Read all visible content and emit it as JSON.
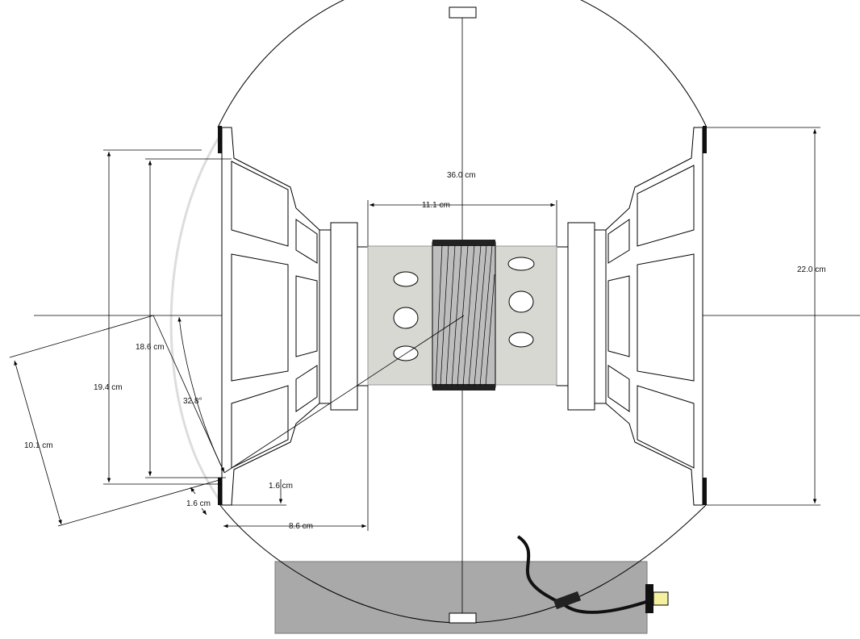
{
  "diagram": {
    "labels": {
      "diameter": "36.0 cm",
      "inner_width": "11.1 cm",
      "height_right": "22.0 cm",
      "height_outer": "19.4 cm",
      "height_inner": "18.6 cm",
      "angle": "32.8°",
      "slant_length": "10.1 cm",
      "gap_right": "1.6 cm",
      "gap_left": "1.6 cm",
      "wheel_offset": "8.6 cm"
    },
    "colors": {
      "line": "#000000",
      "hub_fill": "#d8d8d2",
      "base_fill": "#a9a9a9",
      "connector_fill": "#f5f0a0",
      "ghost_arc": "#dddddd"
    }
  }
}
